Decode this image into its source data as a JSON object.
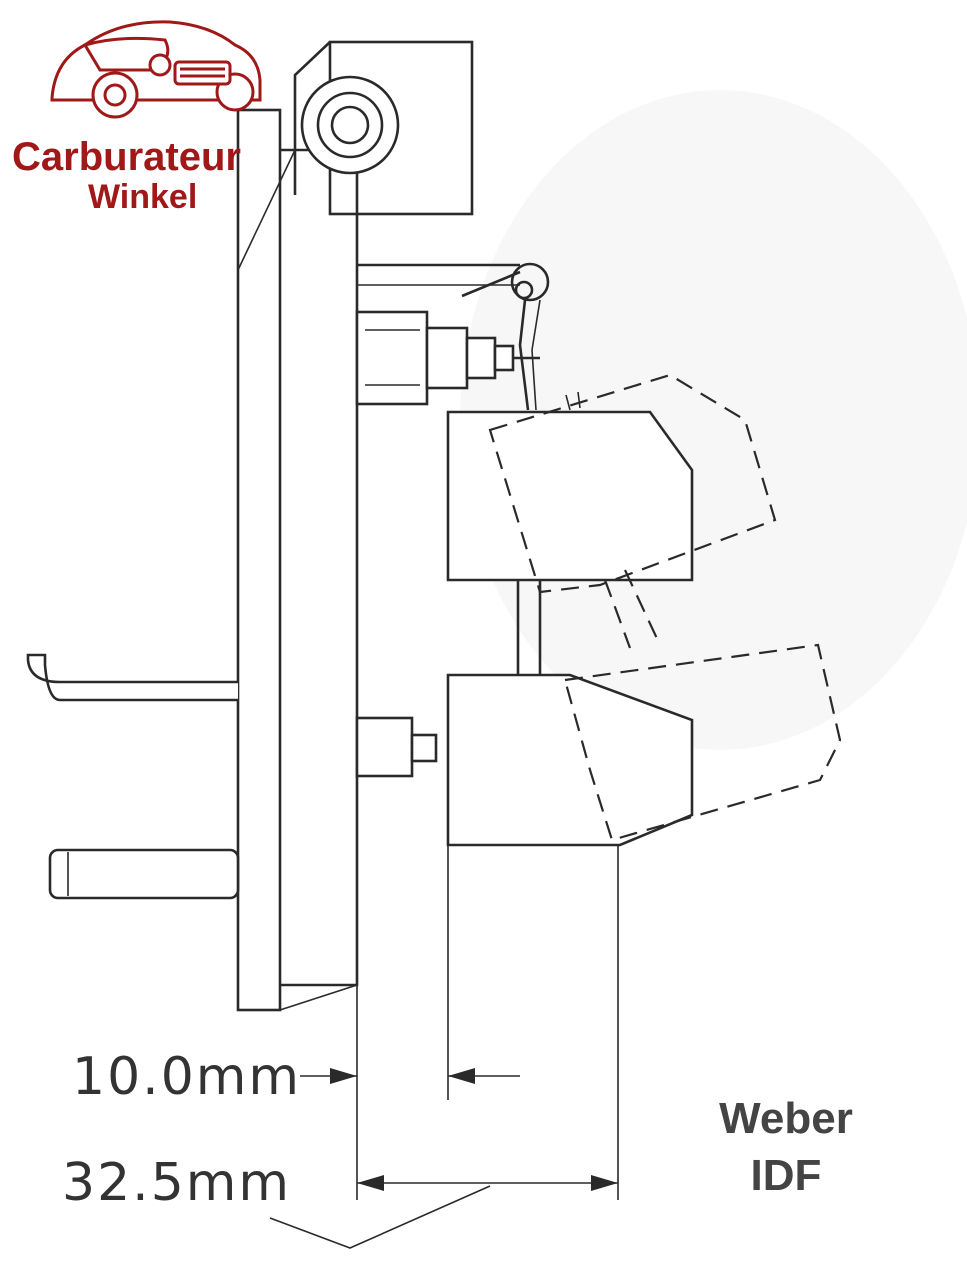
{
  "logo": {
    "line1": "Carburateur",
    "line2": "Winkel",
    "color": "#a01818"
  },
  "dimensions": {
    "small": "10.0mm",
    "large": "32.5mm"
  },
  "caption": {
    "line1": "Weber",
    "line2": "IDF"
  }
}
